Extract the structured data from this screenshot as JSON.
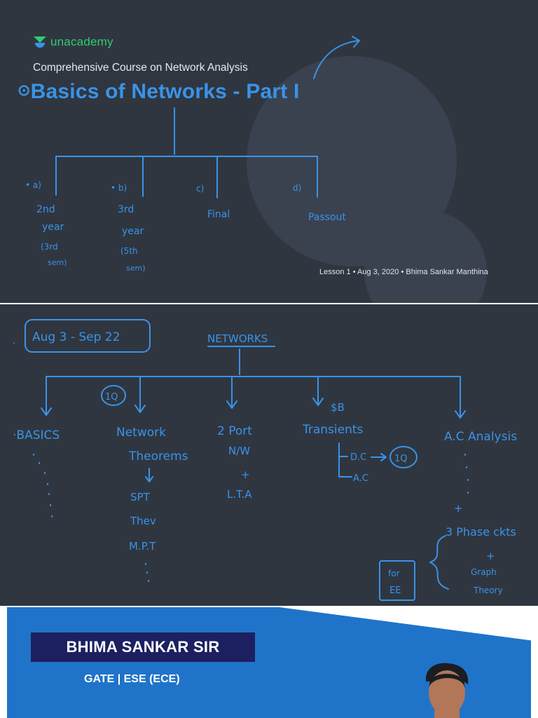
{
  "slide1": {
    "brand": "unacademy",
    "course_title": "Comprehensive Course on Network Analysis",
    "title": "Basics of Networks - Part I",
    "meta": {
      "lesson": "Lesson 1",
      "date": "Aug 3, 2020",
      "author": "Bhima Sankar Manthina",
      "separator": "•"
    },
    "handwriting": {
      "a": "• a)",
      "b": "• b)",
      "c": "c)",
      "d": "d)",
      "a_line1": "2nd",
      "a_line2": "year",
      "a_line3": "(3rd",
      "a_line4": "sem)",
      "b_line1": "3rd",
      "b_line2": "year",
      "b_line3": "(5th",
      "b_line4": "sem)",
      "c_line1": "Final",
      "d_line1": "Passout"
    }
  },
  "slide2": {
    "handwriting": {
      "date_box": "Aug 3 - Sep 22",
      "root": "NETWORKS",
      "basics": "·BASICS",
      "network_l1": "Network",
      "network_l2": "Theorems",
      "network_tag": "1Q",
      "spt": "SPT",
      "thev": "Thev",
      "mpt": "M.P.T",
      "twoport_l1": "2 Port",
      "twoport_l2": "N/W",
      "plus": "+",
      "lta": "L.T.A",
      "transients": "Transients",
      "transients_tag": "$B",
      "dc": "D.C",
      "dc_tag": "1Q",
      "ac_small": "A.C",
      "ac_analysis": "A.C Analysis",
      "three_phase": "3 Phase ckts",
      "graph_l1": "Graph",
      "graph_l2": "Theory",
      "for_l1": "for",
      "for_l2": "EE"
    }
  },
  "banner": {
    "name": "BHIMA SANKAR SIR",
    "subtitle": "GATE | ESE (ECE)"
  },
  "colors": {
    "slide_bg": "#2f3640",
    "ink_blue": "#3a93e8",
    "brand_green": "#2ecc71",
    "banner_blue": "#1f74c9",
    "name_box": "#1c2060"
  }
}
